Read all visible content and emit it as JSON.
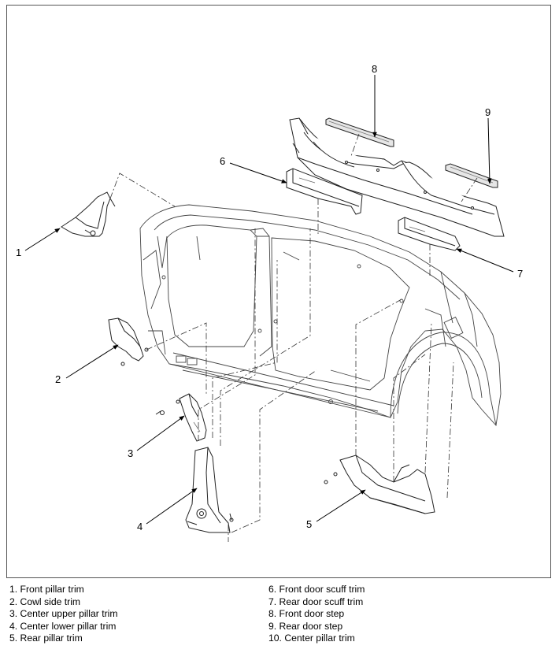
{
  "callouts": [
    "1",
    "2",
    "3",
    "4",
    "5",
    "6",
    "7",
    "8",
    "9"
  ],
  "legend": {
    "left": [
      "1. Front pillar trim",
      "2. Cowl side trim",
      "3. Center upper pillar trim",
      "4. Center lower pillar trim",
      "5. Rear pillar trim"
    ],
    "right": [
      "6. Front door scuff trim",
      "7. Rear door scuff trim",
      "8. Front door step",
      "9. Rear door step",
      "10. Center pillar trim"
    ]
  }
}
